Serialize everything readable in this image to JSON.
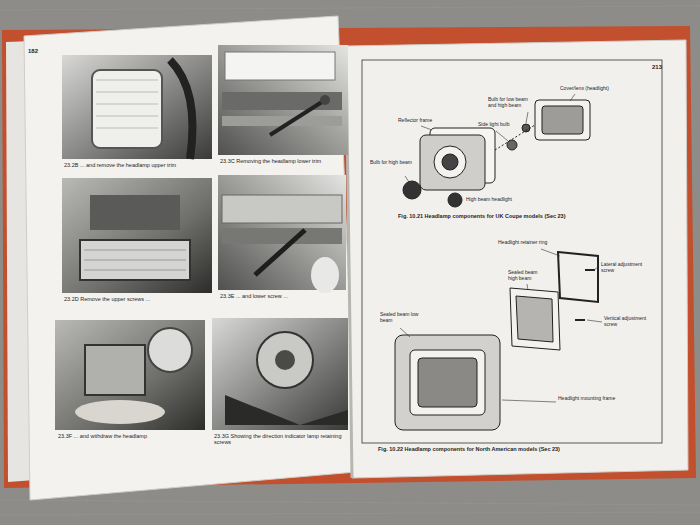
{
  "diagram": {
    "labels": [
      "182",
      "23.2B ... and remove the headlamp upper trim",
      "23.3C Removing the headlamp lower trim",
      "23.2D Remove the upper screws ...",
      "23.3E ... and lower screw ...",
      "23.3F ... and withdraw the headlamp",
      "23.3G Showing the direction indicator lamp retaining screws",
      "213",
      "Cover/lens (headlight)",
      "Bulb for low beam and high beam",
      "Reflector frame",
      "Side light bulb",
      "Bulb for high beam",
      "High beam headlight",
      "Fig. 10.21 Headlamp components for UK Coupe models (Sec 23)",
      "Headlight retainer ring",
      "Lateral adjustment screw",
      "Sealed beam high beam",
      "Vertical adjustment screw",
      "Sealed beam low beam",
      "Headlight mounting frame",
      "Fig. 10.22 Headlamp components for North American models (Sec 23)"
    ]
  }
}
